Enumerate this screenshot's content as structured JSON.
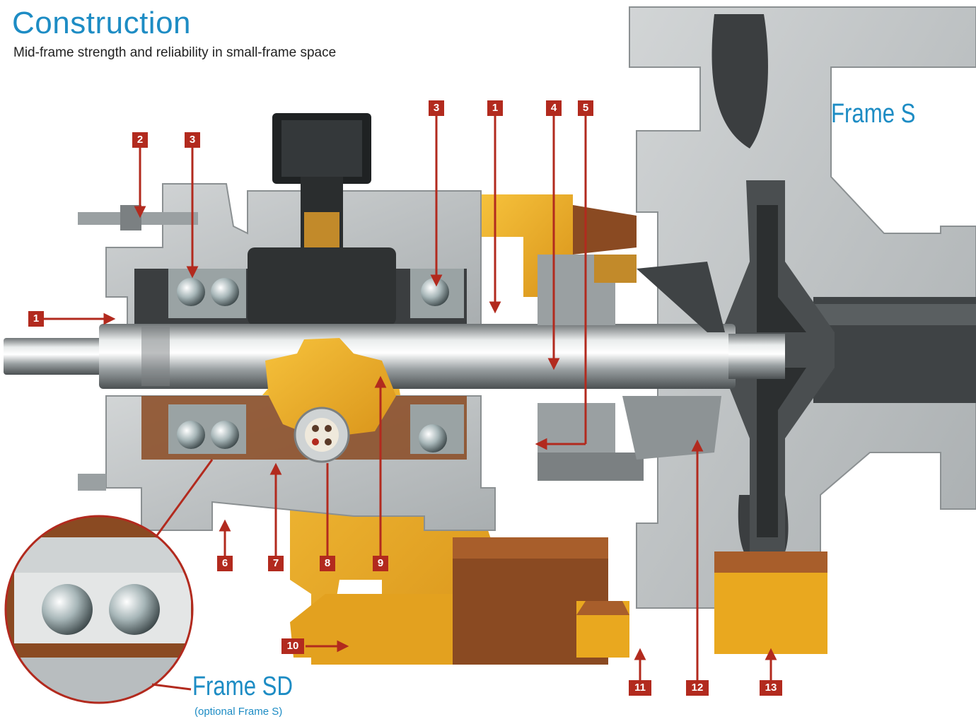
{
  "header": {
    "title": "Construction",
    "subtitle": "Mid-frame strength and reliability in small-frame space"
  },
  "labels": {
    "frame_s": "Frame S",
    "frame_sd": "Frame SD",
    "frame_sd_note": "(optional Frame S)"
  },
  "callouts": [
    {
      "id": "c1a",
      "number": "1"
    },
    {
      "id": "c2",
      "number": "2"
    },
    {
      "id": "c3a",
      "number": "3"
    },
    {
      "id": "c3b",
      "number": "3"
    },
    {
      "id": "c1b",
      "number": "1"
    },
    {
      "id": "c4",
      "number": "4"
    },
    {
      "id": "c5",
      "number": "5"
    },
    {
      "id": "c6",
      "number": "6"
    },
    {
      "id": "c7",
      "number": "7"
    },
    {
      "id": "c8",
      "number": "8"
    },
    {
      "id": "c9",
      "number": "9"
    },
    {
      "id": "c10",
      "number": "10"
    },
    {
      "id": "c11",
      "number": "11"
    },
    {
      "id": "c12",
      "number": "12"
    },
    {
      "id": "c13",
      "number": "13"
    }
  ],
  "colors": {
    "accent_blue": "#1d8cc4",
    "callout_red": "#b22a1e",
    "housing_grey": "#b9bdbf",
    "casting_yellow": "#e9a81f",
    "casting_brown": "#8a4a22",
    "dark_part": "#2f3233"
  }
}
